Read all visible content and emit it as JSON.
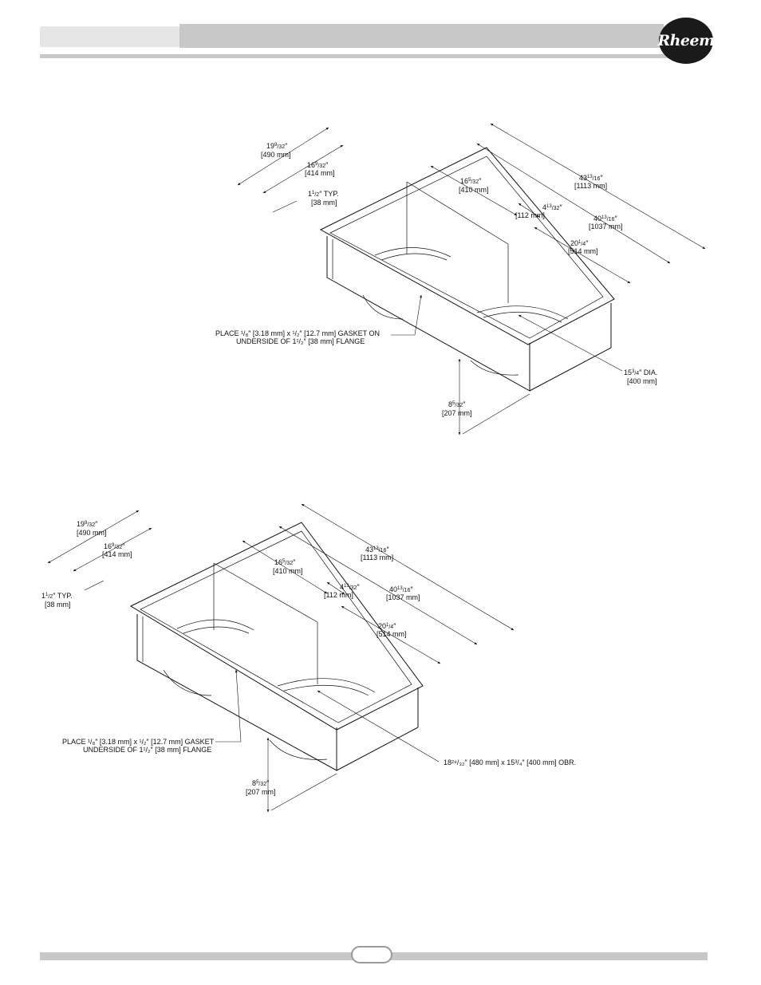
{
  "header": {
    "logo_text": "Rheem"
  },
  "diagram_top": {
    "dim_overall_width": [
      "19",
      "9",
      "/32",
      "″",
      "[490 mm]"
    ],
    "dim_inner_width": [
      "16",
      "9",
      "/32",
      "″",
      "[414 mm]"
    ],
    "dim_flange": [
      "1",
      "1",
      "/2",
      "″ TYP.",
      "[38 mm]"
    ],
    "dim_compartment": [
      "16",
      "5",
      "/32",
      "″",
      "[410 mm]"
    ],
    "dim_divider": [
      "4",
      "13",
      "/32",
      "″",
      "[112 mm]"
    ],
    "dim_overall_length": [
      "43",
      "13",
      "/16",
      "″",
      "[1113 mm]"
    ],
    "dim_inner_length": [
      "40",
      "13",
      "/16",
      "″",
      "[1037 mm]"
    ],
    "dim_opening": [
      "20",
      "1",
      "/4",
      "″",
      "[514 mm]"
    ],
    "dim_height": [
      "8",
      "5",
      "/32",
      "″",
      "[207 mm]"
    ],
    "dim_diameter": [
      "15",
      "3",
      "/4",
      "″ DIA.",
      "[400 mm]"
    ],
    "gasket_line1": "PLACE ¹/₈″ [3.18 mm] x ¹/₂″ [12.7 mm] GASKET ON",
    "gasket_line2": "UNDERSIDE OF 1¹/₂″ [38 mm] FLANGE"
  },
  "diagram_bottom": {
    "dim_overall_width": [
      "19",
      "9",
      "/32",
      "″",
      "[490 mm]"
    ],
    "dim_inner_width": [
      "16",
      "9",
      "/32",
      "″",
      "[414 mm]"
    ],
    "dim_flange": [
      "1",
      "1",
      "/2",
      "″ TYP.",
      "[38 mm]"
    ],
    "dim_compartment": [
      "16",
      "5",
      "/32",
      "″",
      "[410 mm]"
    ],
    "dim_divider": [
      "4",
      "13",
      "/32",
      "″",
      "[112 mm]"
    ],
    "dim_overall_length": [
      "43",
      "13",
      "/16",
      "″",
      "[1113 mm]"
    ],
    "dim_inner_length": [
      "40",
      "13",
      "/16",
      "″",
      "[1037 mm]"
    ],
    "dim_opening": [
      "20",
      "1",
      "/4",
      "″",
      "[514 mm]"
    ],
    "dim_height": [
      "8",
      "5",
      "/32",
      "″",
      "[207 mm]"
    ],
    "dim_oval": "18²⁹/₃₂″ [480 mm] x 15³/₄″ [400 mm] OBR.",
    "gasket_line1": "PLACE ¹/₈″ [3.18 mm] x ¹/₂″ [12.7 mm] GASKET",
    "gasket_line2": "UNDERSIDE OF 1¹/₂″ [38 mm] FLANGE"
  }
}
